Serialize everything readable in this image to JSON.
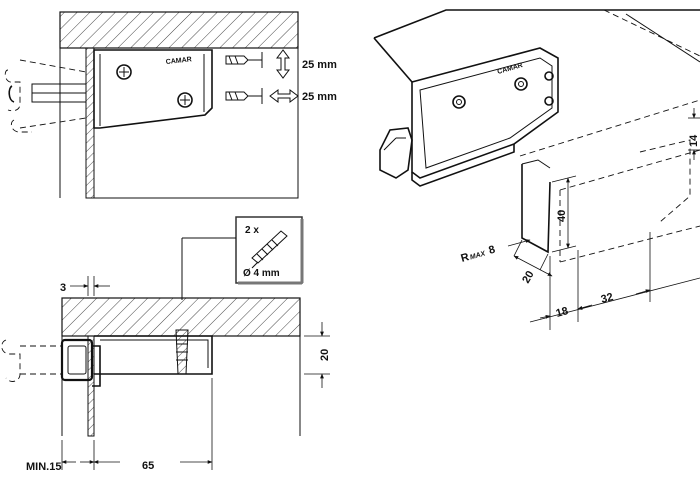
{
  "top_left": {
    "adjust_vertical": "25 mm",
    "adjust_horizontal": "25 mm",
    "brand": "CAMAR"
  },
  "screw_box": {
    "quantity": "2 x",
    "diameter": "Ø 4 mm"
  },
  "bottom_left": {
    "dim_3": "3",
    "dim_20": "20",
    "dim_min15": "MIN.15",
    "dim_65": "65"
  },
  "right_view": {
    "brand": "CAMAR",
    "dim_14": "14",
    "dim_40": "40",
    "dim_20": "20",
    "dim_18": "18",
    "dim_32": "32",
    "radius_r": "R",
    "radius_max": "MAX",
    "radius_val": "8"
  }
}
